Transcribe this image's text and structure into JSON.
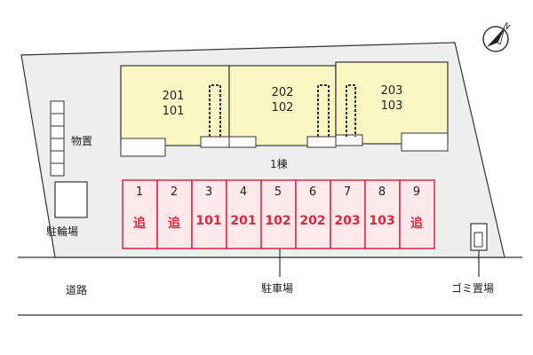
{
  "colors": {
    "site_fill": "#eeeeee",
    "building_fill": "#fbf7c4",
    "parking_fill": "#fde8ec",
    "parking_stroke": "#e0263f",
    "parking_text": "#e0263f"
  },
  "compass": {
    "icon": "north-arrow-icon",
    "label": "N"
  },
  "building": {
    "name": "1棟",
    "units": [
      {
        "upper": "201",
        "lower": "101"
      },
      {
        "upper": "202",
        "lower": "102"
      },
      {
        "upper": "203",
        "lower": "103"
      }
    ]
  },
  "parking": {
    "label": "駐車場",
    "spaces": [
      {
        "no": "1",
        "assign": "追"
      },
      {
        "no": "2",
        "assign": "追"
      },
      {
        "no": "3",
        "assign": "101"
      },
      {
        "no": "4",
        "assign": "201"
      },
      {
        "no": "5",
        "assign": "102"
      },
      {
        "no": "6",
        "assign": "202"
      },
      {
        "no": "7",
        "assign": "203"
      },
      {
        "no": "8",
        "assign": "103"
      },
      {
        "no": "9",
        "assign": "追"
      }
    ]
  },
  "labels": {
    "storage": "物置",
    "bicycle": "駐輪場",
    "road": "道路",
    "garbage": "ゴミ置場"
  }
}
